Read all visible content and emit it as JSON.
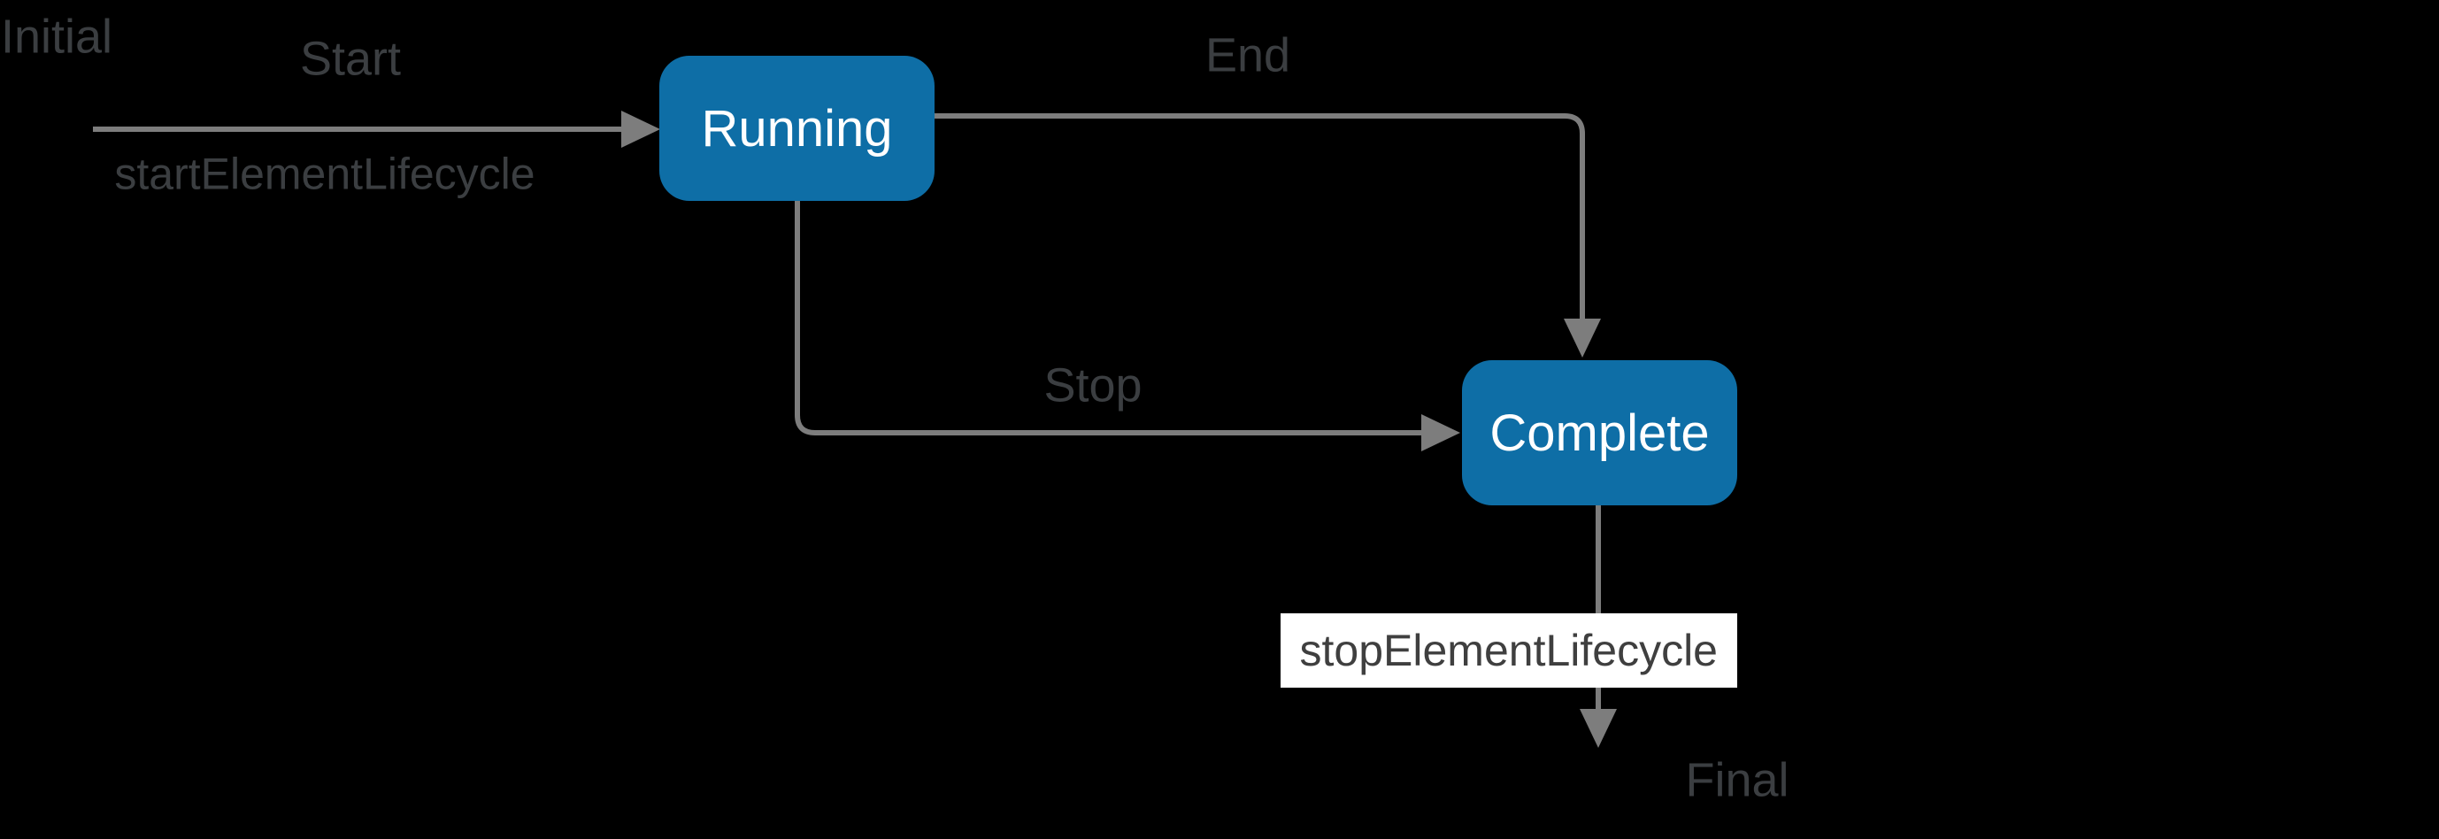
{
  "colors": {
    "background": "#000000",
    "state_fill": "#0E6EA6",
    "state_text": "#FFFFFF",
    "edge": "#7D7D7D",
    "label_text": "#3B3E41",
    "action_label_bg": "#FFFFFF",
    "action_label_text": "#3F3F3F"
  },
  "states": [
    {
      "label": "Running"
    },
    {
      "label": "Complete"
    }
  ],
  "pseudostates": [
    {
      "label": "Initial"
    },
    {
      "label": "Final"
    }
  ],
  "transitions": [
    {
      "event": "Start",
      "action": "startElementLifecycle",
      "from": "Initial",
      "to": "Running"
    },
    {
      "event": "End",
      "from": "Running",
      "to": "Complete"
    },
    {
      "event": "Stop",
      "from": "Running",
      "to": "Complete"
    },
    {
      "action": "stopElementLifecycle",
      "from": "Complete",
      "to": "Final"
    }
  ]
}
